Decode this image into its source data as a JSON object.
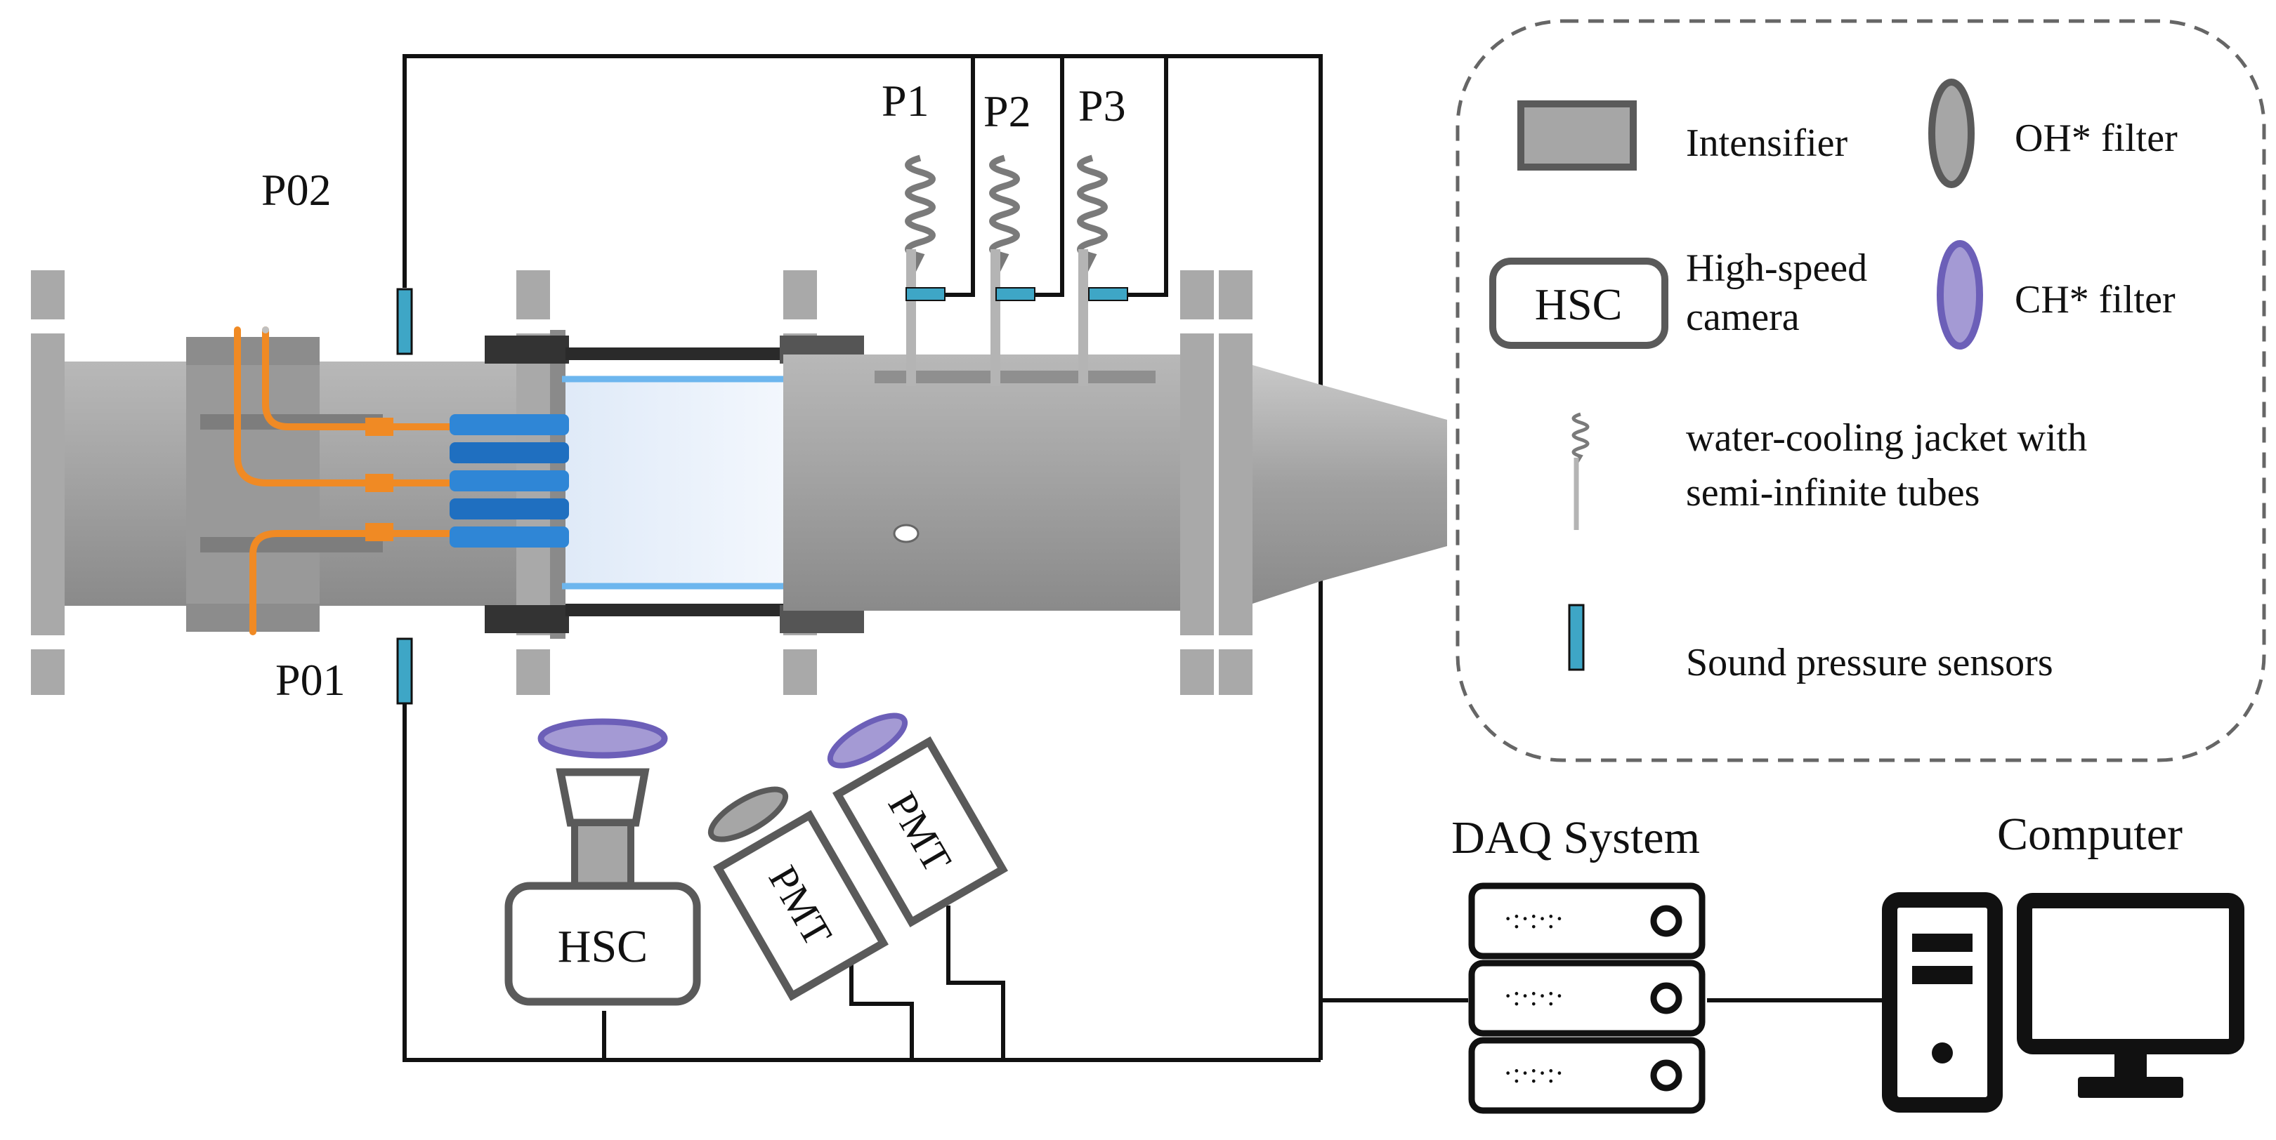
{
  "colors": {
    "metal": "#9a9a9a",
    "metal_dark": "#7a7a7a",
    "metal_light": "#c4c4c4",
    "orange": "#f08a24",
    "blue_injector": "#2f86d6",
    "quartz": "#e9f1fb",
    "quartz_edge": "#6db6ee",
    "sensor": "#3ea6c6",
    "filter_oh": "#a6a6a6",
    "filter_ch": "#a49ad4",
    "filter_ch_edge": "#6c5fb8",
    "wire": "#111111",
    "legend_border": "#666666"
  },
  "labels": {
    "p1": "P1",
    "p2": "P2",
    "p3": "P3",
    "p01": "P01",
    "p02": "P02",
    "hsc": "HSC",
    "pmt_a": "PMT",
    "pmt_b": "PMT",
    "daq": "DAQ System",
    "computer": "Computer"
  },
  "legend": {
    "intensifier": "Intensifier",
    "oh_filter": "OH* filter",
    "hsc_box": "HSC",
    "hsc_line1": "High-speed",
    "hsc_line2": "camera",
    "ch_filter": "CH* filter",
    "jacket_line1": "water-cooling jacket with",
    "jacket_line2": "semi-infinite tubes",
    "sensor": "Sound pressure sensors"
  },
  "icons": {
    "daq": "server-rack-icon",
    "computer": "desktop-computer-icon",
    "jacket": "coil-icon"
  }
}
